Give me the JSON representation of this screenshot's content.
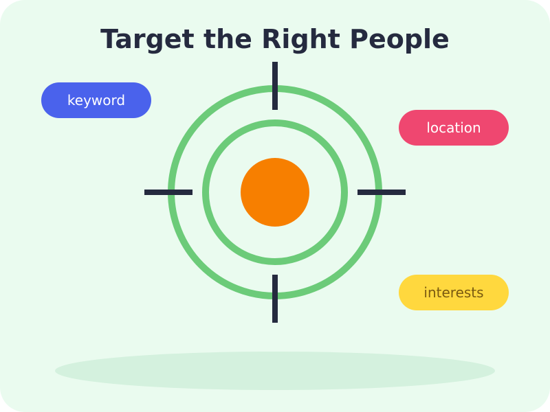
{
  "title": "Target the Right People",
  "colors": {
    "background": "#eafbef",
    "ring": "#6ccb79",
    "center": "#f77f00",
    "crosshair": "#252a3f",
    "shadow": "#d4f1de",
    "title": "#252a3f"
  },
  "labels": {
    "keyword": {
      "text": "keyword",
      "bg": "#4a62ec",
      "fg": "#ffffff"
    },
    "location": {
      "text": "location",
      "bg": "#ef4770",
      "fg": "#ffffff"
    },
    "interests": {
      "text": "interests",
      "bg": "#ffd83e",
      "fg": "#7a5a10"
    }
  },
  "icon": "target-icon"
}
